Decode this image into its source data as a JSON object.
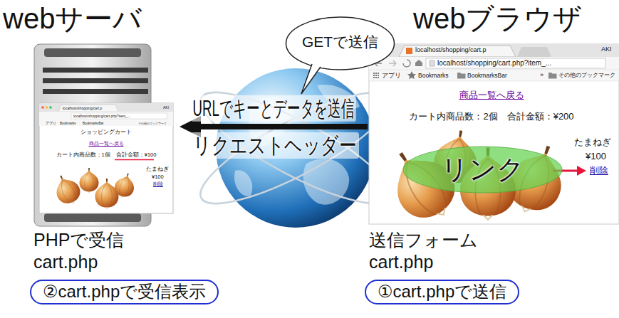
{
  "diagram": {
    "nodes": [
      {
        "text": [
          "webサーバ"
        ]
      },
      {
        "text": [
          "ショッピングカート",
          "商品一覧へ戻る",
          "カート内商品数：1個　合計金額：¥100",
          "たまねぎ",
          "¥100",
          "削除"
        ],
        "in": 0
      },
      {
        "text": [
          "②cart.phpで受信表示"
        ]
      },
      {
        "text": [
          "webブラウザ",
          "商品一覧へ戻る",
          "カート内商品数：2個　合計金額：¥200",
          "たまねぎ",
          "¥100",
          "削除"
        ]
      },
      {
        "text": [
          "リンク"
        ],
        "in": 3
      },
      {
        "text": [
          "①cart.phpで送信"
        ]
      },
      {
        "text": [
          "GETで送信"
        ]
      }
    ],
    "edges": [
      {
        "from": 3,
        "to": 0,
        "arrow": "to",
        "label": "URLでキーとデータを送信"
      }
    ],
    "labels": [
      "PHPで受信",
      "cart.php",
      "送信フォーム",
      "cart.php",
      "リクエストヘッダー",
      "localhost/shopping/cart.p",
      "AKI",
      "localhost/shopping/cart.php?item_...",
      "アプリ",
      "Bookmarks",
      "BookmarksBar",
      "その他のブックマーク",
      "localhost/shopping/cart.p",
      "AKI",
      "localhost/shopping/cart.php?item_...",
      "アプリ",
      "Bookmarks",
      "BookmarksBar",
      "»",
      "その他のブックマーク"
    ]
  }
}
